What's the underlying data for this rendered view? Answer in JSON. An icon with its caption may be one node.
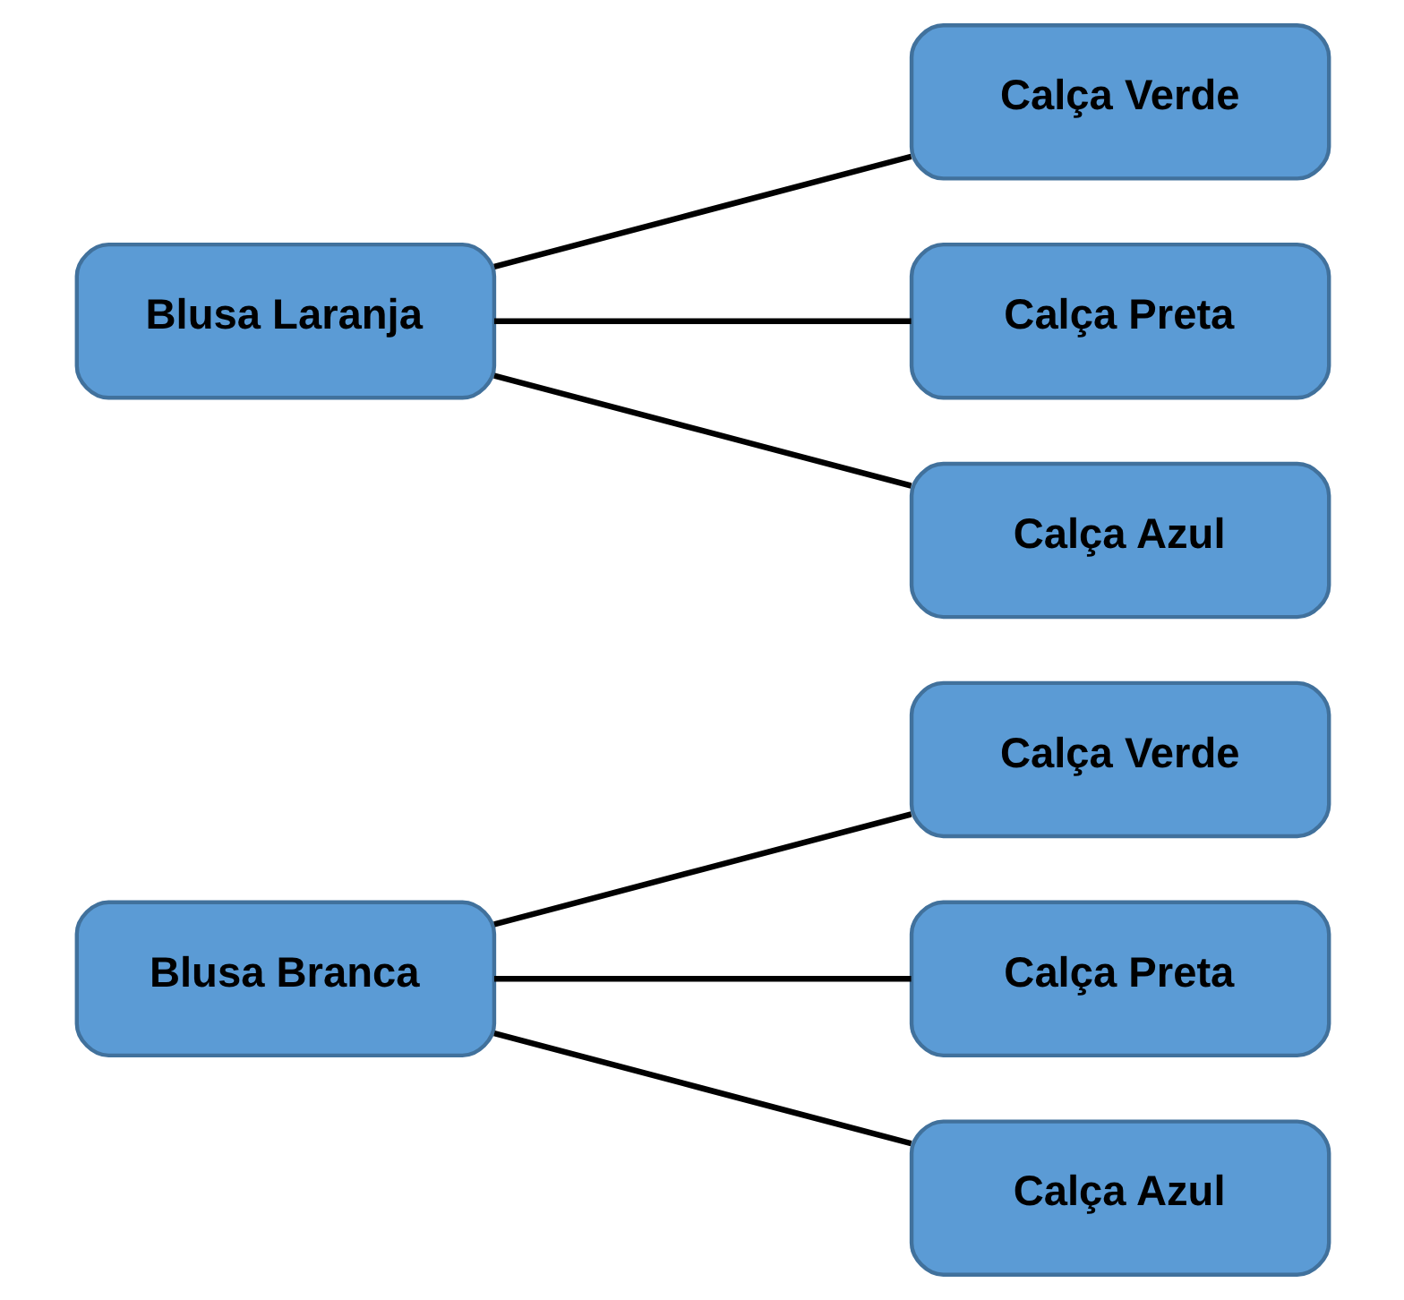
{
  "diagram": {
    "nodes": [
      {
        "text": [
          "Blusa Branca"
        ]
      },
      {
        "text": [
          "Calça Verde"
        ]
      },
      {
        "text": [
          "Calça Preta"
        ]
      },
      {
        "text": [
          "Calça Azul"
        ]
      },
      {
        "text": [
          "Blusa Laranja"
        ]
      },
      {
        "text": [
          "Calça Verde"
        ]
      },
      {
        "text": [
          "Calça Preta"
        ]
      },
      {
        "text": [
          "Calça Azul"
        ]
      }
    ],
    "edges": [
      {
        "from": 0,
        "to": 1,
        "arrow": "none"
      },
      {
        "from": 0,
        "to": 2,
        "arrow": "none"
      },
      {
        "from": 0,
        "to": 3,
        "arrow": "none"
      },
      {
        "from": 4,
        "to": 5,
        "arrow": "none"
      },
      {
        "from": 4,
        "to": 6,
        "arrow": "none"
      },
      {
        "from": 4,
        "to": 7,
        "arrow": "none"
      }
    ]
  }
}
